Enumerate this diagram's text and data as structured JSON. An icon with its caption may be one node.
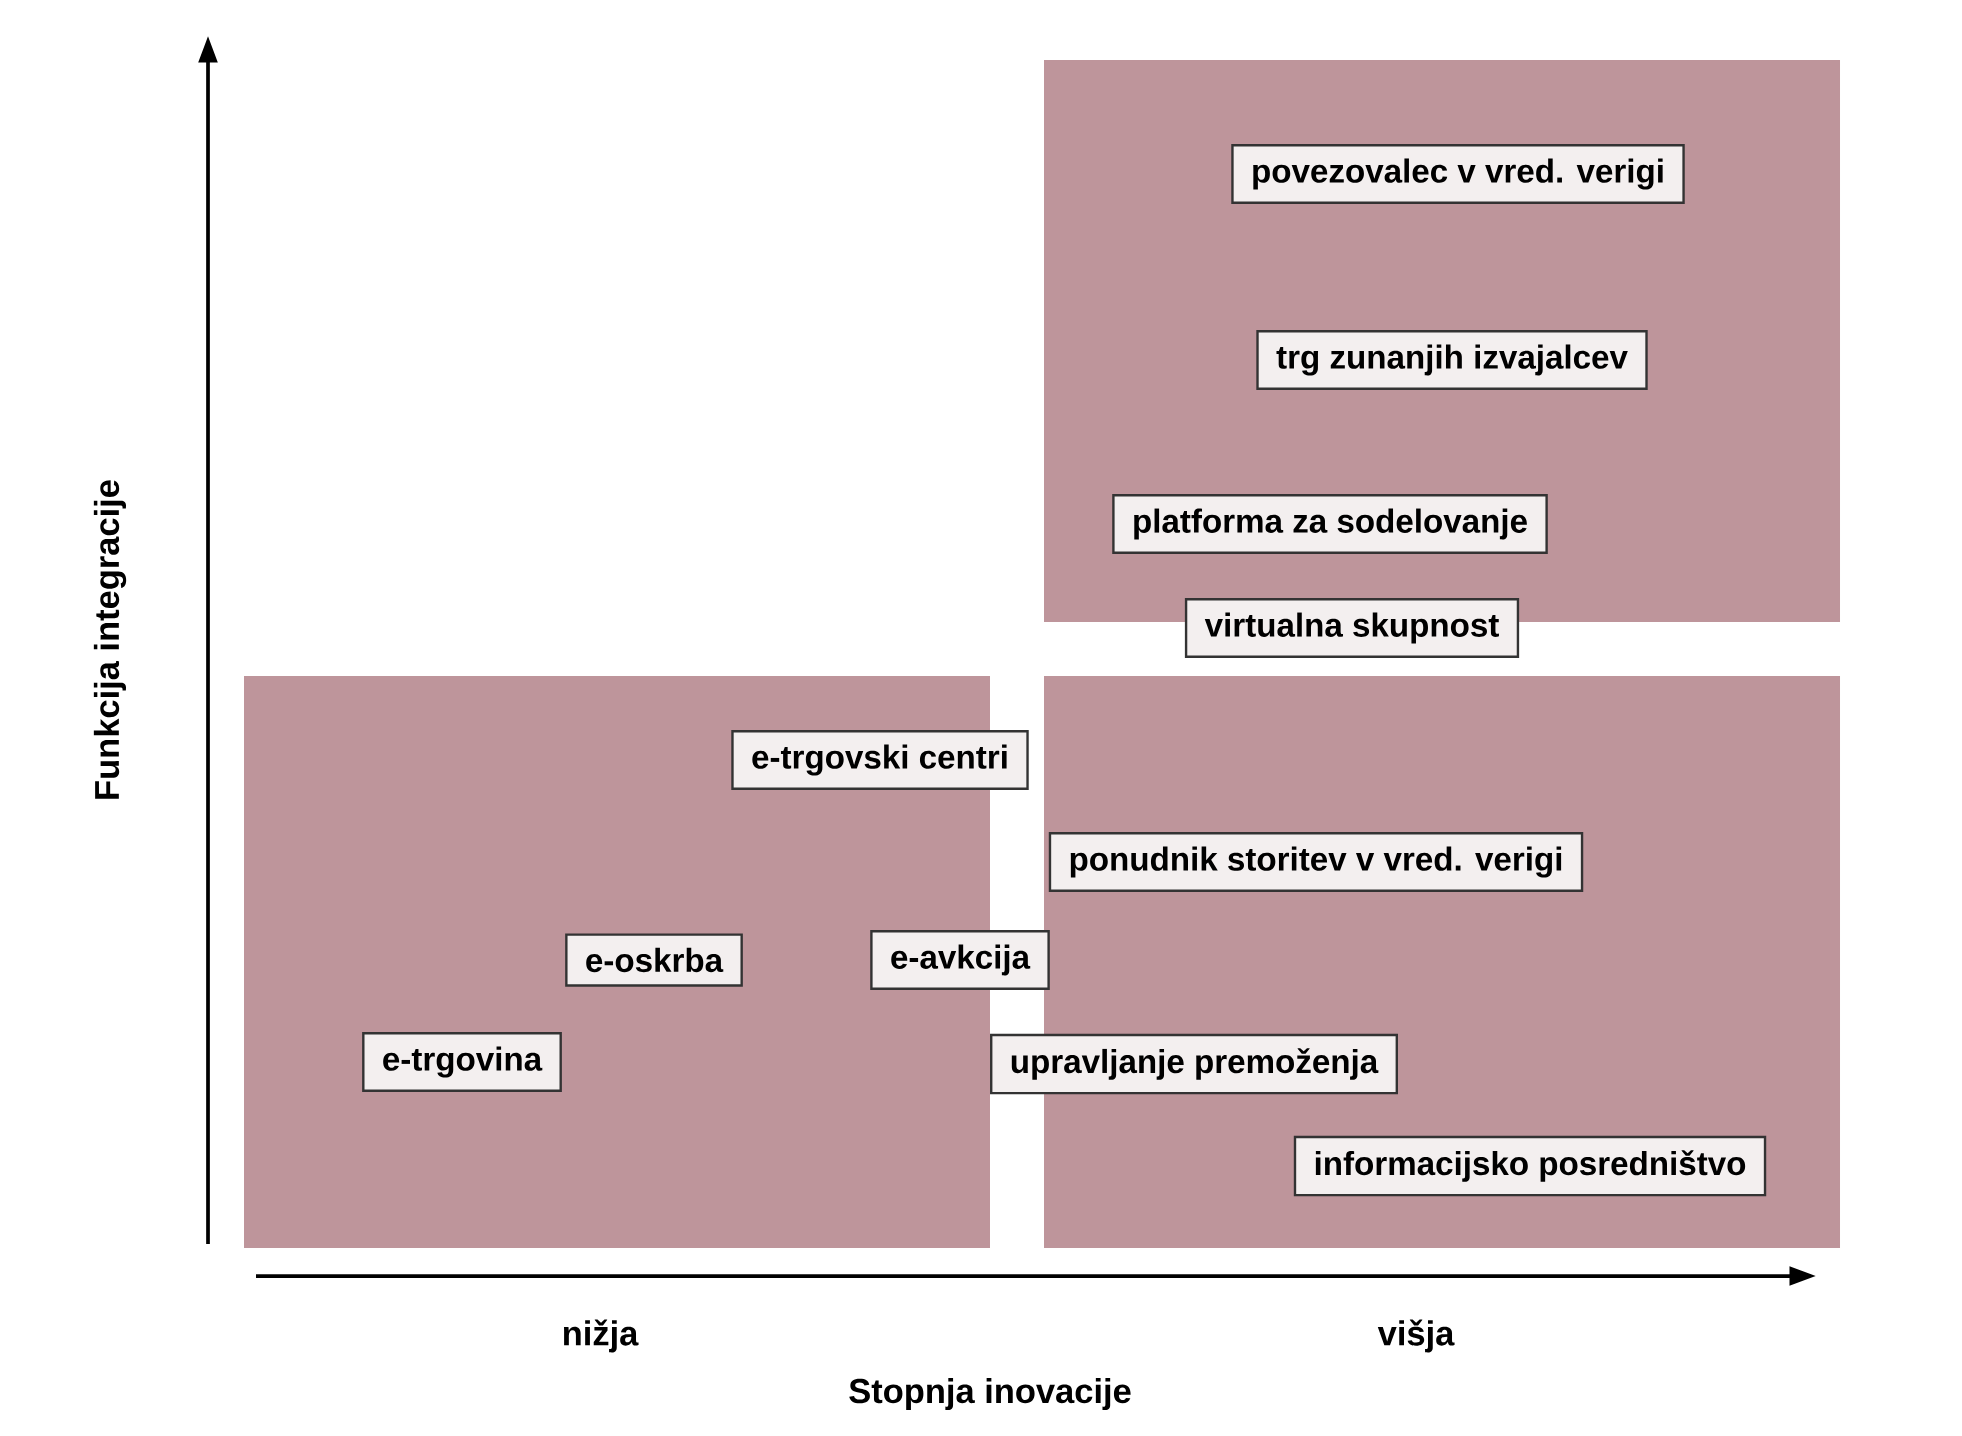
{
  "diagram": {
    "nodes": [
      {
        "text": [
          "povezovalec v vred. verigi"
        ]
      },
      {
        "text": [
          "trg zunanjih izvajalcev"
        ]
      },
      {
        "text": [
          "platforma za sodelovanje"
        ]
      },
      {
        "text": [
          "virtualna skupnost"
        ]
      },
      {
        "text": [
          "e-trgovski centri"
        ]
      },
      {
        "text": [
          "ponudnik storitev v vred. verigi"
        ]
      },
      {
        "text": [
          "e-oskrba"
        ]
      },
      {
        "text": [
          "e-avkcija"
        ]
      },
      {
        "text": [
          "e-trgovina"
        ]
      },
      {
        "text": [
          "upravljanje premoženja"
        ]
      },
      {
        "text": [
          "informacijsko posredništvo"
        ]
      }
    ],
    "labels": [
      "Funkcija integracije",
      "nižja",
      "višja",
      "Stopnja inovacije"
    ]
  }
}
